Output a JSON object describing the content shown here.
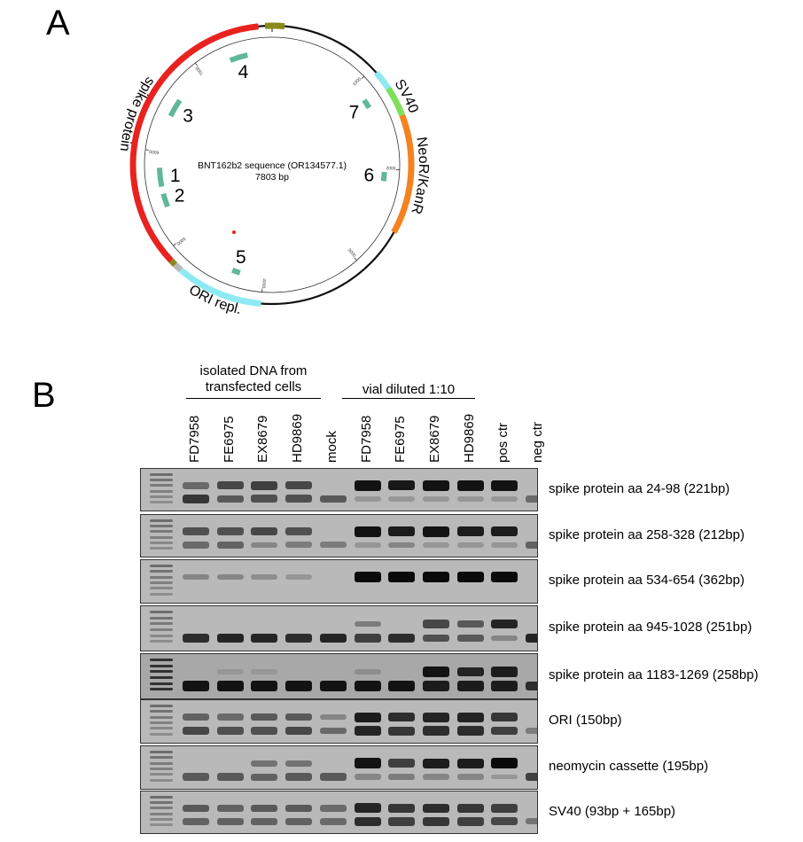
{
  "panels": {
    "a": "A",
    "b": "B"
  },
  "plasmid_map": {
    "title": "BNT162b2 sequence (OR134577.1)",
    "size": "7803 bp",
    "features": [
      {
        "name": "spike-protein",
        "label": "spike protein",
        "color": "#e8231f",
        "start": 4910,
        "end": 7680
      },
      {
        "name": "olive-segment",
        "label": "",
        "color": "#8a8a1a",
        "start": 7740,
        "end": 110
      },
      {
        "name": "olive-segment-lower",
        "label": "",
        "color": "#8a8a1a",
        "start": 4860,
        "end": 4910
      },
      {
        "name": "grey-segment",
        "label": "",
        "color": "#b9b9b9",
        "start": 4790,
        "end": 4860
      },
      {
        "name": "ori-repl",
        "label": "ORI repl.",
        "color": "#8eeaf2",
        "start": 4000,
        "end": 4790
      },
      {
        "name": "sv40-cyan",
        "label": "",
        "color": "#8eeaf2",
        "start": 1050,
        "end": 1230
      },
      {
        "name": "sv40",
        "label": "SV40",
        "color": "#7ee05a",
        "start": 1230,
        "end": 1500
      },
      {
        "name": "neor-kanr",
        "label": "NeoR/KanR",
        "color": "#f58220",
        "start": 1500,
        "end": 2580
      }
    ],
    "amplicons": [
      {
        "label": "1",
        "start": 5610,
        "end": 5820
      },
      {
        "label": "2",
        "start": 5380,
        "end": 5530
      },
      {
        "label": "3",
        "start": 6410,
        "end": 6610
      },
      {
        "label": "4",
        "start": 7330,
        "end": 7530
      },
      {
        "label": "5",
        "start": 4260,
        "end": 4350
      },
      {
        "label": "6",
        "start": 2030,
        "end": 2130
      },
      {
        "label": "7",
        "start": 1190,
        "end": 1290
      }
    ],
    "ticks": [
      "1000",
      "2000",
      "3000",
      "4000",
      "5000",
      "6000",
      "7000"
    ],
    "marker_color": "#e8231f"
  },
  "gel_panel": {
    "group_left": "isolated DNA from\ntransfected cells",
    "group_right": "vial diluted 1:10",
    "lanes": [
      "FD7958",
      "FE6975",
      "EX8679",
      "HD9869",
      "mock",
      "FD7958",
      "FE6975",
      "EX8679",
      "HD9869",
      "pos ctr",
      "neg ctr"
    ],
    "rows": [
      {
        "label": "spike protein aa 24-98 (221bp)",
        "bands": [
          [
            0.45,
            0.75
          ],
          [
            0.65,
            0.55
          ],
          [
            0.7,
            0.6
          ],
          [
            0.65,
            0.6
          ],
          [
            0.0,
            0.55
          ],
          [
            0.95,
            0.2
          ],
          [
            0.92,
            0.2
          ],
          [
            0.95,
            0.2
          ],
          [
            0.95,
            0.2
          ],
          [
            0.95,
            0.2
          ],
          [
            0.0,
            0.45
          ]
        ]
      },
      {
        "label": "spike protein aa 258-328 (212bp)",
        "bands": [
          [
            0.6,
            0.45
          ],
          [
            0.6,
            0.5
          ],
          [
            0.65,
            0.3
          ],
          [
            0.6,
            0.35
          ],
          [
            0.0,
            0.35
          ],
          [
            0.95,
            0.2
          ],
          [
            0.9,
            0.3
          ],
          [
            0.95,
            0.2
          ],
          [
            0.9,
            0.2
          ],
          [
            0.9,
            0.2
          ],
          [
            0.0,
            0.5
          ]
        ]
      },
      {
        "label": "spike protein aa 534-654 (362bp)",
        "bands": [
          [
            0.3,
            0.0
          ],
          [
            0.3,
            0.0
          ],
          [
            0.25,
            0.0
          ],
          [
            0.2,
            0.0
          ],
          [
            0.0,
            0.0
          ],
          [
            1.0,
            0.0
          ],
          [
            1.0,
            0.0
          ],
          [
            1.0,
            0.0
          ],
          [
            1.0,
            0.0
          ],
          [
            1.0,
            0.0
          ],
          [
            0.0,
            0.0
          ]
        ]
      },
      {
        "label": "spike protein aa 945-1028 (251bp)",
        "bands": [
          [
            0.0,
            0.8
          ],
          [
            0.0,
            0.85
          ],
          [
            0.0,
            0.85
          ],
          [
            0.0,
            0.8
          ],
          [
            0.0,
            0.85
          ],
          [
            0.35,
            0.7
          ],
          [
            0.0,
            0.8
          ],
          [
            0.65,
            0.6
          ],
          [
            0.55,
            0.55
          ],
          [
            0.85,
            0.3
          ],
          [
            0.0,
            0.85
          ]
        ]
      },
      {
        "label": "spike protein aa 1183-1269 (258bp)",
        "bands": [
          [
            0.0,
            0.95
          ],
          [
            0.2,
            0.95
          ],
          [
            0.2,
            0.95
          ],
          [
            0.0,
            0.95
          ],
          [
            0.0,
            0.95
          ],
          [
            0.25,
            0.95
          ],
          [
            0.0,
            0.95
          ],
          [
            0.95,
            0.9
          ],
          [
            0.85,
            0.9
          ],
          [
            0.9,
            0.9
          ],
          [
            0.0,
            0.8
          ]
        ]
      },
      {
        "label": "ORI (150bp)",
        "bands": [
          [
            0.5,
            0.65
          ],
          [
            0.45,
            0.6
          ],
          [
            0.55,
            0.6
          ],
          [
            0.55,
            0.65
          ],
          [
            0.3,
            0.45
          ],
          [
            0.9,
            0.85
          ],
          [
            0.8,
            0.75
          ],
          [
            0.85,
            0.8
          ],
          [
            0.85,
            0.8
          ],
          [
            0.75,
            0.7
          ],
          [
            0.0,
            0.35
          ]
        ]
      },
      {
        "label": "neomycin cassette (195bp)",
        "bands": [
          [
            0.0,
            0.55
          ],
          [
            0.0,
            0.55
          ],
          [
            0.4,
            0.5
          ],
          [
            0.4,
            0.55
          ],
          [
            0.0,
            0.55
          ],
          [
            0.95,
            0.3
          ],
          [
            0.7,
            0.35
          ],
          [
            0.9,
            0.3
          ],
          [
            0.9,
            0.3
          ],
          [
            1.0,
            0.2
          ],
          [
            0.0,
            0.7
          ]
        ]
      },
      {
        "label": "SV40 (93bp + 165bp)",
        "bands": [
          [
            0.55,
            0.5
          ],
          [
            0.5,
            0.5
          ],
          [
            0.55,
            0.5
          ],
          [
            0.55,
            0.5
          ],
          [
            0.45,
            0.45
          ],
          [
            0.85,
            0.8
          ],
          [
            0.75,
            0.7
          ],
          [
            0.8,
            0.75
          ],
          [
            0.75,
            0.7
          ],
          [
            0.7,
            0.65
          ],
          [
            0.0,
            0.4
          ]
        ]
      }
    ]
  }
}
